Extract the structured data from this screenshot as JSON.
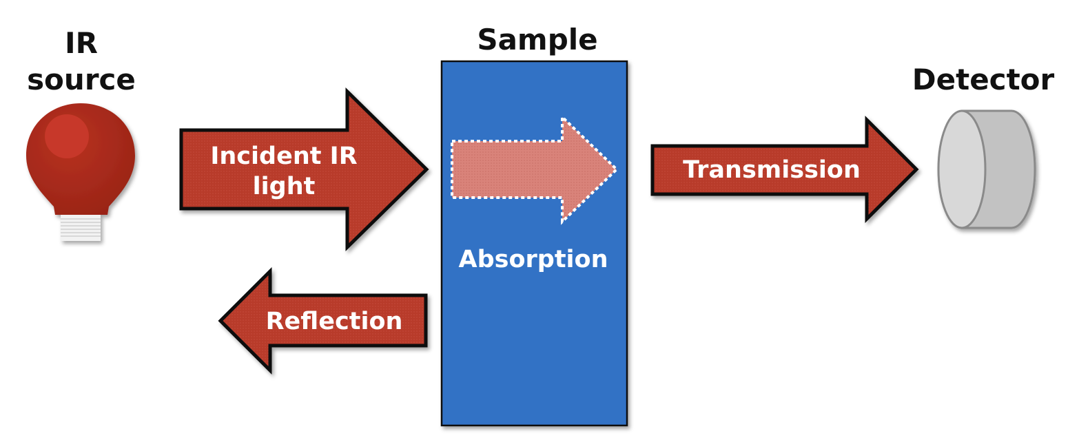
{
  "labels": {
    "ir_source_line1": "IR",
    "ir_source_line2": "source",
    "sample": "Sample",
    "detector": "Detector",
    "incident_line1": "Incident IR",
    "incident_line2": "light",
    "absorption": "Absorption",
    "reflection": "Reflection",
    "transmission": "Transmission"
  },
  "colors": {
    "arrow_red": "#b83a29",
    "arrow_outline": "#111111",
    "sample_blue": "#3172c5",
    "bulb_red": "#a82a1c",
    "bulb_highlight": "#c7382a",
    "detector_gray": "#c2c2c2",
    "detector_face": "#d8d8d8",
    "absorption_fill": "#d9837a",
    "text_white": "#ffffff",
    "text_dark": "#111111"
  },
  "icons": {
    "source": "lightbulb-icon",
    "detector": "detector-cylinder-icon"
  }
}
